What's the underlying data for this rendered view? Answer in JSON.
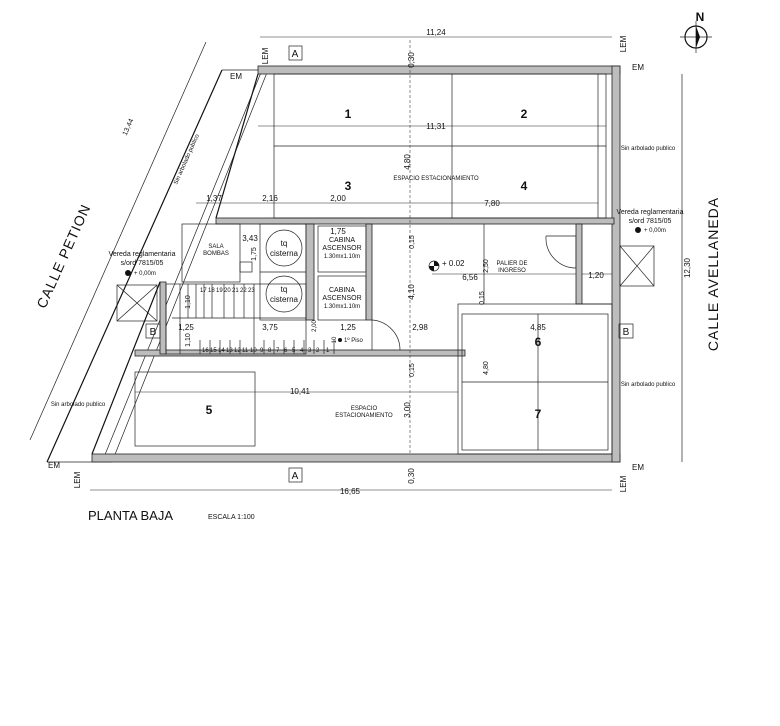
{
  "plan": {
    "title": "PLANTA BAJA",
    "scale": "ESCALA 1:100",
    "north": "N",
    "streets": {
      "left": "CALLE PETION",
      "right": "CALLE AVELLANEDA"
    },
    "sections": {
      "a": "A",
      "b": "B"
    },
    "lines": {
      "em": "EM",
      "lem": "LEM"
    },
    "notes": {
      "no_trees": "Sin arbolado publico",
      "sidewalk": "Vereda reglamentaria",
      "ordinance": "s/ord 7815/05",
      "sidewalk_level": "+ 0,00m"
    },
    "rooms": {
      "parking": "ESPACIO ESTACIONAMIENTO",
      "pump_room": "SALA BOMBAS",
      "cabin": "CABINA",
      "elevator": "ASCENSOR",
      "cabin_size": "1.30mx1.10m",
      "tank_a": "tq",
      "tank_b": "cisterna",
      "lobby": "PALIER DE INGRESO",
      "level": "+ 0.02",
      "first_step": "1º Piso"
    },
    "spaces": [
      "1",
      "2",
      "3",
      "4",
      "5",
      "6",
      "7"
    ],
    "dims": {
      "d_1124": "11,24",
      "d_030": "0,30",
      "d_1131": "11,31",
      "d_480": "4,80",
      "d_137": "1,37",
      "d_216": "2,16",
      "d_200": "2,00",
      "d_780": "7,80",
      "d_015": "0,15",
      "d_175": "1,75",
      "d_343": "3,43",
      "d_656": "6,56",
      "d_250": "2,50",
      "d_120": "1,20",
      "d_410": "4,10",
      "d_110": "1,10",
      "d_125": "1,25",
      "d_375": "3,75",
      "d_298": "2,98",
      "d_485": "4,85",
      "d_1041": "10,41",
      "d_300": "3,00",
      "d_1665": "16,65",
      "d_1344": "13,44",
      "d_1230": "12,30",
      "d_010": "10"
    },
    "stair_steps": [
      "17",
      "18",
      "19",
      "20",
      "21",
      "22",
      "23",
      "16",
      "15",
      "14",
      "13",
      "12",
      "11",
      "10",
      "9",
      "8",
      "7",
      "6",
      "5",
      "4",
      "3",
      "2",
      "1"
    ]
  }
}
